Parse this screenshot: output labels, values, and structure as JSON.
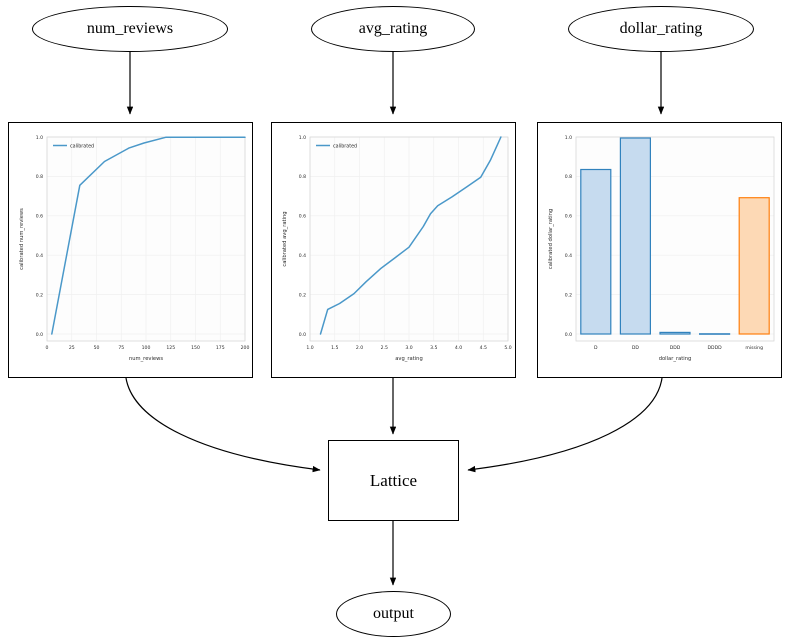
{
  "graph": {
    "nodes": [
      {
        "id": "num_reviews",
        "label": "num_reviews",
        "shape": "ellipse"
      },
      {
        "id": "avg_rating",
        "label": "avg_rating",
        "shape": "ellipse"
      },
      {
        "id": "dollar_rating",
        "label": "dollar_rating",
        "shape": "ellipse"
      },
      {
        "id": "lattice",
        "label": "Lattice",
        "shape": "box"
      },
      {
        "id": "output",
        "label": "output",
        "shape": "ellipse"
      }
    ],
    "edges": [
      {
        "from": "num_reviews",
        "to": "calibrator_num_reviews",
        "style": "straight-arrow-down"
      },
      {
        "from": "avg_rating",
        "to": "calibrator_avg_rating",
        "style": "straight-arrow-down"
      },
      {
        "from": "dollar_rating",
        "to": "calibrator_dollar_rating",
        "style": "straight-arrow-down"
      },
      {
        "from": "calibrator_num_reviews",
        "to": "lattice",
        "style": "curve-arrow"
      },
      {
        "from": "calibrator_avg_rating",
        "to": "lattice",
        "style": "straight-arrow-down"
      },
      {
        "from": "calibrator_dollar_rating",
        "to": "lattice",
        "style": "curve-arrow"
      },
      {
        "from": "lattice",
        "to": "output",
        "style": "straight-arrow-down"
      }
    ]
  },
  "chart_data": [
    {
      "id": "calibrator_num_reviews",
      "type": "line",
      "title": "",
      "xlabel": "num_reviews",
      "ylabel": "calibrated num_reviews",
      "xlim": [
        0,
        207
      ],
      "ylim": [
        -0.04,
        1.05
      ],
      "xticks": [
        "0",
        "25",
        "50",
        "75",
        "100",
        "125",
        "150",
        "175",
        "200"
      ],
      "xtick_values": [
        0,
        25,
        50,
        75,
        100,
        125,
        150,
        175,
        200
      ],
      "yticks": [
        "0.0",
        "0.2",
        "0.4",
        "0.6",
        "0.8",
        "1.0"
      ],
      "ytick_values": [
        0.0,
        0.2,
        0.4,
        0.6,
        0.8,
        1.0
      ],
      "grid": true,
      "legend": {
        "position": "upper-left",
        "entries": [
          {
            "label": "calibrated",
            "color": "#4a98c9"
          }
        ]
      },
      "series": [
        {
          "name": "calibrated",
          "color": "#4a98c9",
          "x": [
            5,
            30,
            55,
            80,
            95,
            117,
            130,
            150,
            175,
            200
          ],
          "y": [
            0.0,
            0.754,
            0.875,
            0.944,
            0.969,
            1.0,
            1.0,
            1.0,
            1.0,
            1.0
          ]
        }
      ]
    },
    {
      "id": "calibrator_avg_rating",
      "type": "line",
      "title": "",
      "xlabel": "avg_rating",
      "ylabel": "calibrated avg_rating",
      "xlim": [
        0.93,
        5.07
      ],
      "ylim": [
        -0.04,
        1.05
      ],
      "xticks": [
        "1.0",
        "1.5",
        "2.0",
        "2.5",
        "3.0",
        "3.5",
        "4.0",
        "4.5",
        "5.0"
      ],
      "xtick_values": [
        1.0,
        1.5,
        2.0,
        2.5,
        3.0,
        3.5,
        4.0,
        4.5,
        5.0
      ],
      "yticks": [
        "0.0",
        "0.2",
        "0.4",
        "0.6",
        "0.8",
        "1.0"
      ],
      "ytick_values": [
        0.0,
        0.2,
        0.4,
        0.6,
        0.8,
        1.0
      ],
      "grid": true,
      "legend": {
        "position": "upper-left",
        "entries": [
          {
            "label": "calibrated",
            "color": "#4a98c9"
          }
        ]
      },
      "series": [
        {
          "name": "calibrated",
          "color": "#4a98c9",
          "x": [
            1.15,
            1.3,
            1.55,
            1.85,
            2.1,
            2.4,
            2.7,
            3.0,
            3.3,
            3.45,
            3.6,
            3.9,
            4.2,
            4.5,
            4.7,
            4.85,
            4.92
          ],
          "y": [
            0.0,
            0.125,
            0.155,
            0.205,
            0.265,
            0.33,
            0.385,
            0.44,
            0.545,
            0.61,
            0.65,
            0.695,
            0.745,
            0.795,
            0.88,
            0.96,
            1.0
          ]
        }
      ]
    },
    {
      "id": "calibrator_dollar_rating",
      "type": "bar",
      "title": "",
      "xlabel": "dollar_rating",
      "ylabel": "calibrated dollar_rating",
      "categories": [
        "D",
        "DD",
        "DDD",
        "DDDD",
        "missing"
      ],
      "values": [
        0.835,
        0.995,
        0.008,
        0.001,
        0.692
      ],
      "bar_colors": [
        "#c6dbef",
        "#c6dbef",
        "#c6dbef",
        "#c6dbef",
        "#fdd9b5"
      ],
      "bar_edge_colors": [
        "#3182bd",
        "#3182bd",
        "#3182bd",
        "#3182bd",
        "#ff7f0e"
      ],
      "ylim": [
        -0.02,
        1.05
      ],
      "yticks": [
        "0.0",
        "0.2",
        "0.4",
        "0.6",
        "0.8",
        "1.0"
      ],
      "ytick_values": [
        0.0,
        0.2,
        0.4,
        0.6,
        0.8,
        1.0
      ],
      "grid": true,
      "legend": null
    }
  ],
  "colors": {
    "line": "#4a98c9",
    "bar_blue_fill": "#c6dbef",
    "bar_blue_edge": "#3182bd",
    "bar_orange_fill": "#fdd9b5",
    "bar_orange_edge": "#ff7f0e",
    "node_stroke": "#000000",
    "background": "#ffffff"
  }
}
